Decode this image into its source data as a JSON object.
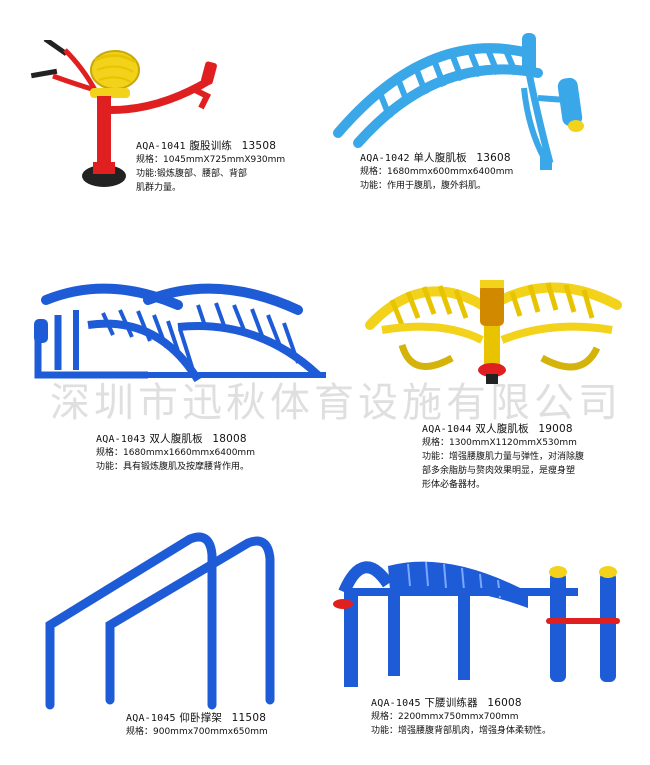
{
  "watermark": "深圳市迅秋体育设施有限公司",
  "products": [
    {
      "code": "AQA-1041",
      "name": "腹股训练",
      "price": "13508",
      "spec": "规格：1045mmX725mmX930mm",
      "func_1": "功能:锻炼腹部、腰部、背部",
      "func_2": "肌群力量。"
    },
    {
      "code": "AQA-1042",
      "name": "单人腹肌板",
      "price": "13608",
      "spec": "规格：1680mmx600mmx6400mm",
      "func_1": "功能：作用于腹肌，腹外斜肌。"
    },
    {
      "code": "AQA-1043",
      "name": "双人腹肌板",
      "price": "18008",
      "spec": "规格：1680mmx1660mmx6400mm",
      "func_1": "功能：具有锻炼腹肌及按摩腰背作用。"
    },
    {
      "code": "AQA-1044",
      "name": "双人腹肌板",
      "price": "19008",
      "spec": "规格：1300mmX1120mmX530mm",
      "func_1": "功能：增强腰腹肌力量与弹性，对消除腹",
      "func_2": "部多余脂肪与赘肉效果明显，是瘦身塑",
      "func_3": "形体必备器材。"
    },
    {
      "code": "AQA-1045",
      "name": "仰卧撑架",
      "price": "11508",
      "spec": "规格：900mmx700mmx650mm"
    },
    {
      "code": "AQA-1045",
      "name": "下腰训练器",
      "price": "16008",
      "spec": "规格：2200mmx750mmx700mm",
      "func_1": "功能：增强腰腹背部肌肉，增强身体柔韧性。"
    }
  ],
  "colors": {
    "blue": "#1e5bd6",
    "light_blue": "#3aa7e8",
    "yellow": "#f2d21a",
    "red": "#e02020",
    "dark": "#222222"
  }
}
